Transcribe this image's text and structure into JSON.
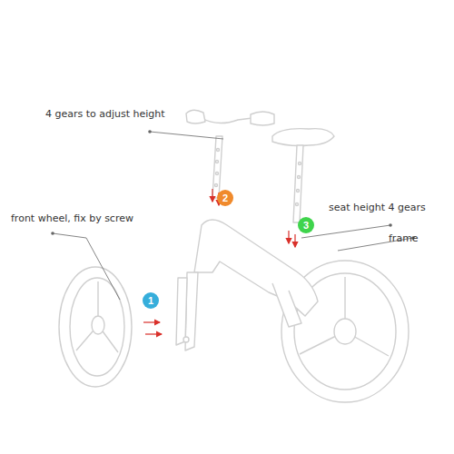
{
  "diagram": {
    "nodes": [
      {
        "text": [
          "2"
        ]
      },
      {
        "text": [
          "3"
        ]
      },
      {
        "text": [
          "1"
        ]
      }
    ],
    "labels": [
      "4 gears to adjust height",
      "seat height 4 gears",
      "front wheel, fix by screw",
      "frame"
    ]
  }
}
